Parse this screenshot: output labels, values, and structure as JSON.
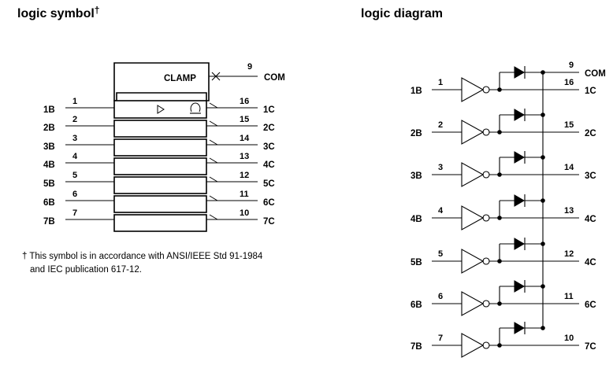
{
  "headings": {
    "logic_symbol": "logic symbol",
    "dagger": "†",
    "logic_diagram": "logic diagram"
  },
  "symbol": {
    "clamp_label": "CLAMP",
    "com_pin": "9",
    "com_label": "COM",
    "output_symbol": "▷",
    "clamp_symbol": "⍜",
    "channels": [
      {
        "in_pin": "1",
        "in_label": "1B",
        "out_pin": "16",
        "out_label": "1C"
      },
      {
        "in_pin": "2",
        "in_label": "2B",
        "out_pin": "15",
        "out_label": "2C"
      },
      {
        "in_pin": "3",
        "in_label": "3B",
        "out_pin": "14",
        "out_label": "3C"
      },
      {
        "in_pin": "4",
        "in_label": "4B",
        "out_pin": "13",
        "out_label": "4C"
      },
      {
        "in_pin": "5",
        "in_label": "5B",
        "out_pin": "12",
        "out_label": "5C"
      },
      {
        "in_pin": "6",
        "in_label": "6B",
        "out_pin": "11",
        "out_label": "6C"
      },
      {
        "in_pin": "7",
        "in_label": "7B",
        "out_pin": "10",
        "out_label": "7C"
      }
    ]
  },
  "footnote": {
    "line1": "† This symbol is in accordance with ANSI/IEEE Std 91-1984",
    "line2": "and IEC publication 617-12."
  },
  "diagram": {
    "com_pin": "9",
    "com_label": "COM",
    "channels": [
      {
        "in_pin": "1",
        "in_label": "1B",
        "out_pin": "16",
        "out_label": "1C"
      },
      {
        "in_pin": "2",
        "in_label": "2B",
        "out_pin": "15",
        "out_label": "2C"
      },
      {
        "in_pin": "3",
        "in_label": "3B",
        "out_pin": "14",
        "out_label": "3C"
      },
      {
        "in_pin": "4",
        "in_label": "4B",
        "out_pin": "13",
        "out_label": "4C"
      },
      {
        "in_pin": "5",
        "in_label": "5B",
        "out_pin": "12",
        "out_label": "4C"
      },
      {
        "in_pin": "6",
        "in_label": "6B",
        "out_pin": "11",
        "out_label": "6C"
      },
      {
        "in_pin": "7",
        "in_label": "7B",
        "out_pin": "10",
        "out_label": "7C"
      }
    ]
  }
}
